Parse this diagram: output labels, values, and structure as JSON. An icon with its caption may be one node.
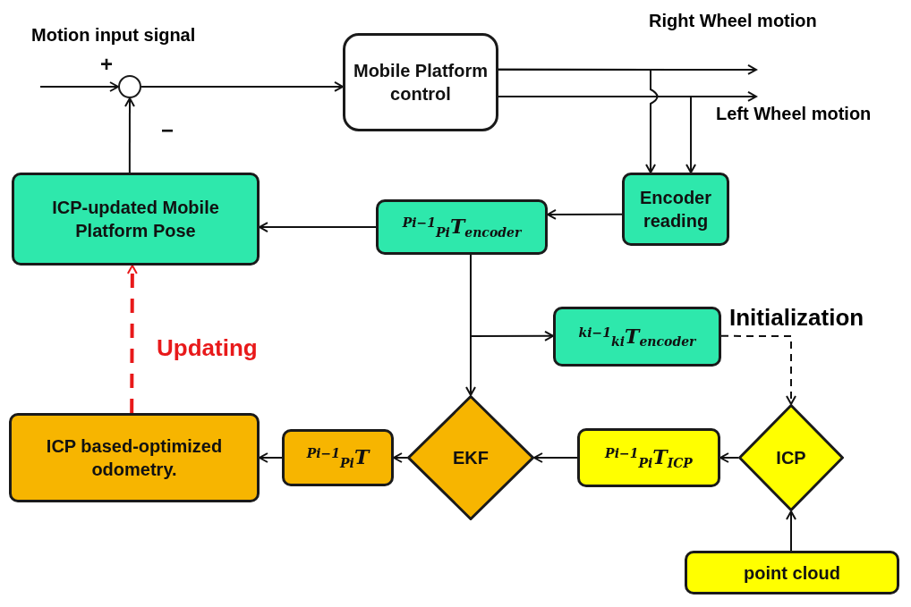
{
  "diagram": {
    "nodes": [
      {
        "text": [],
        "shape": "circle"
      },
      {
        "text": [
          "Mobile Platform control"
        ]
      },
      {
        "text": [
          "Encoder reading"
        ]
      },
      {
        "text": [
          "$^{Pi−1}$$_{Pi}$T$_{encoder}$"
        ]
      },
      {
        "text": [
          "ICP-updated Mobile Platform Pose"
        ]
      },
      {
        "text": [
          "$^{ki−1}$$_{ki}$T$_{encoder}$"
        ]
      },
      {
        "text": [
          "ICP"
        ]
      },
      {
        "text": [
          "point cloud"
        ]
      },
      {
        "text": [
          "$^{Pi−1}$$_{Pi}$T$_{ICP}$"
        ]
      },
      {
        "text": [
          "EKF"
        ]
      },
      {
        "text": [
          "$^{Pi−1}$$_{Pi}$T"
        ]
      },
      {
        "text": [
          "ICP based-optimized odometry."
        ]
      }
    ],
    "edges": [
      {
        "from": null,
        "to": 0,
        "arrow": "to",
        "label": "Motion input signal"
      },
      {
        "from": 0,
        "to": 1,
        "arrow": "to"
      },
      {
        "from": 4,
        "to": 0,
        "arrow": "to"
      },
      {
        "from": 1,
        "to": null,
        "arrow": "to",
        "label": "Right Wheel motion"
      },
      {
        "from": 1,
        "to": null,
        "arrow": "to",
        "label": "Left Wheel motion"
      },
      {
        "from": 1,
        "to": 2,
        "arrow": "to"
      },
      {
        "from": 1,
        "to": 2,
        "arrow": "to"
      },
      {
        "from": 2,
        "to": 3,
        "arrow": "to"
      },
      {
        "from": 3,
        "to": 4,
        "arrow": "to"
      },
      {
        "from": 3,
        "to": 9,
        "arrow": "to"
      },
      {
        "from": 3,
        "to": 5,
        "arrow": "to"
      },
      {
        "from": 5,
        "to": 6,
        "arrow": "to",
        "label": "Initialization",
        "style": "dashed"
      },
      {
        "from": 7,
        "to": 6,
        "arrow": "to"
      },
      {
        "from": 6,
        "to": 8,
        "arrow": "to"
      },
      {
        "from": 8,
        "to": 9,
        "arrow": "to"
      },
      {
        "from": 9,
        "to": 10,
        "arrow": "to"
      },
      {
        "from": 10,
        "to": 11,
        "arrow": "to"
      },
      {
        "from": 11,
        "to": 4,
        "arrow": "to",
        "label": "Updating",
        "style": "dashed",
        "color": "#e8191a"
      }
    ],
    "labels": [
      "+",
      "−"
    ]
  }
}
